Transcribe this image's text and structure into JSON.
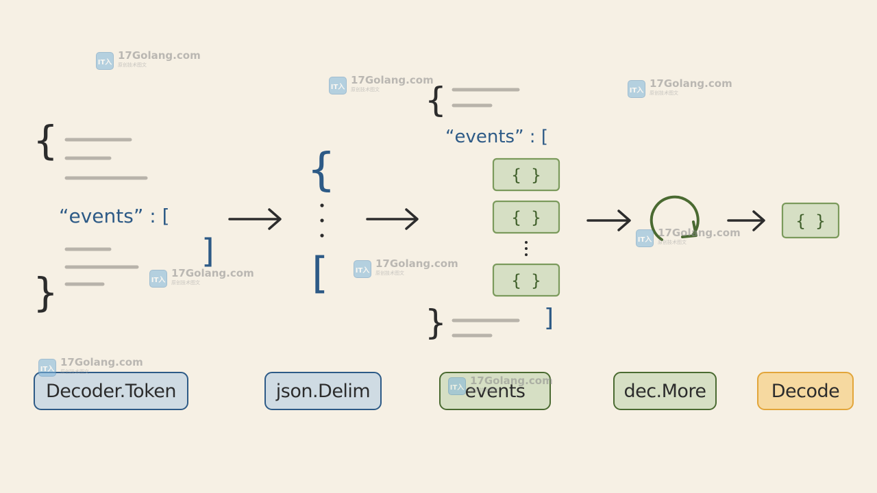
{
  "diagram": {
    "step1": {
      "open_brace": "{",
      "close_brace": "}",
      "key": "“events” : [",
      "close_bracket": "]"
    },
    "step2": {
      "open_brace": "{",
      "dots": ":",
      "open_bracket": "["
    },
    "step3": {
      "open_brace": "{",
      "close_brace": "}",
      "key": "“events” : [",
      "close_bracket": "]",
      "items": [
        "{ }",
        "{ }",
        "{ }"
      ],
      "ellipsis": ":"
    },
    "step5": {
      "result": "{ }"
    }
  },
  "labels": {
    "decoder_token": "Decoder.Token",
    "json_delim": "json.Delim",
    "events": "events",
    "dec_more": "dec.More",
    "decode": "Decode"
  },
  "watermark": {
    "logo": "IT入",
    "text": "17Golang.com",
    "subtext": "原创技术图文"
  },
  "colors": {
    "background": "#f6f0e4",
    "blue": "#2d5a86",
    "blue_fill": "#cfdbe3",
    "green": "#4a6a31",
    "green_fill": "#d6dfc4",
    "orange": "#e2a53a",
    "orange_fill": "#f6d9a0",
    "ink": "#2c2c2c",
    "gray_line": "#b8b3aa"
  }
}
